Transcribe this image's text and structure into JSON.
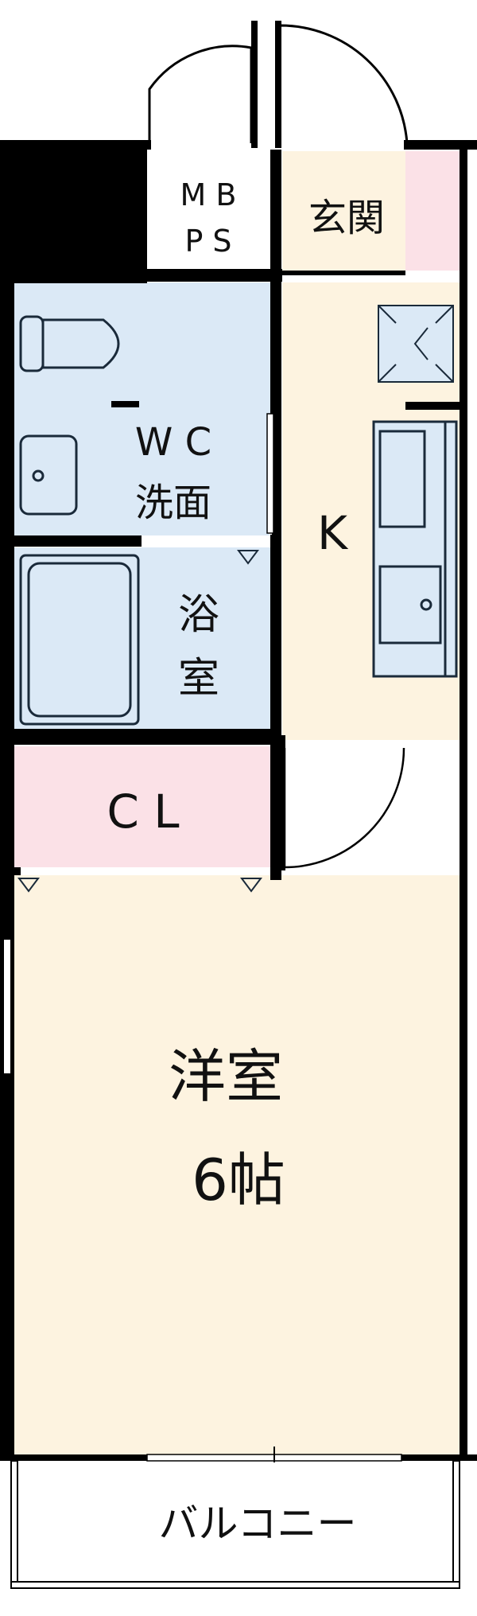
{
  "rooms": {
    "mbps_line1": "M B",
    "mbps_line2": "P S",
    "genkan": "玄関",
    "wc_line1": "W C",
    "wc_line2": "洗面",
    "bath_line1": "浴",
    "bath_line2": "室",
    "kitchen": "K",
    "closet": "C L",
    "western_line1": "洋室",
    "western_line2": "6帖",
    "balcony": "バルコニー"
  },
  "colors": {
    "wall": "#000000",
    "blue": "#dbe9f6",
    "pink": "#fbe1e7",
    "cream": "#fdf3e0",
    "fixture_stroke": "#1a2a3a"
  }
}
